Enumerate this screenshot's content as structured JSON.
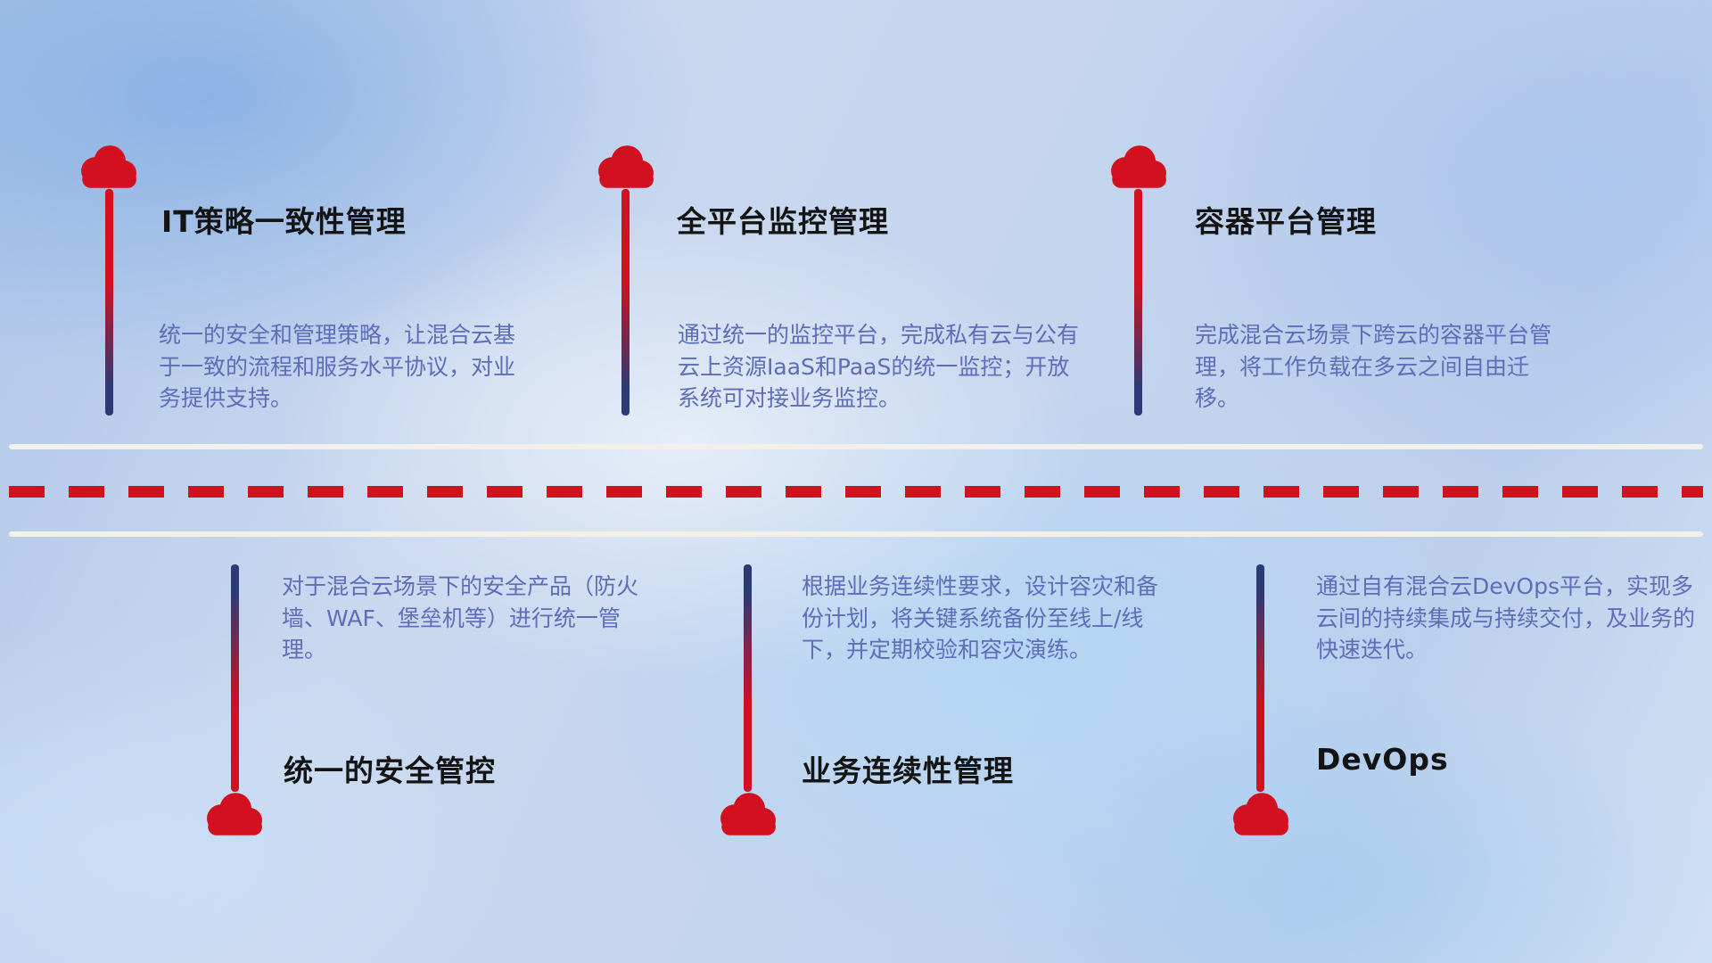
{
  "colors": {
    "cloud_red": "#d2101f",
    "dash_red": "#d0111f",
    "line_navy": "#2c3a75",
    "desc_blue": "#5d6db8",
    "title_black": "#141414",
    "road_white": "#f3f0ea"
  },
  "items_top": [
    {
      "title": "IT策略一致性管理",
      "description": "统一的安全和管理策略，让混合云基于一致的流程和服务水平协议，对业务提供支持。"
    },
    {
      "title": "全平台监控管理",
      "description": "通过统一的监控平台，完成私有云与公有云上资源IaaS和PaaS的统一监控；开放系统可对接业务监控。"
    },
    {
      "title": "容器平台管理",
      "description": "完成混合云场景下跨云的容器平台管理，将工作负载在多云之间自由迁移。"
    }
  ],
  "items_bottom": [
    {
      "title": "统一的安全管控",
      "description": "对于混合云场景下的安全产品（防火墙、WAF、堡垒机等）进行统一管理。"
    },
    {
      "title": "业务连续性管理",
      "description": "根据业务连续性要求，设计容灾和备份计划，将关键系统备份至线上/线下，并定期校验和容灾演练。"
    },
    {
      "title": "DevOps",
      "description": "通过自有混合云DevOps平台，实现多云间的持续集成与持续交付，及业务的快速迭代。"
    }
  ]
}
